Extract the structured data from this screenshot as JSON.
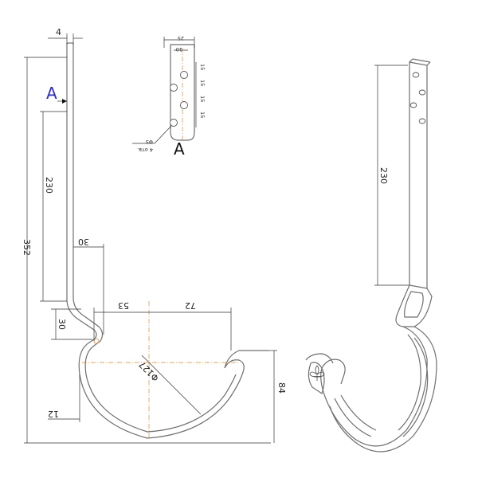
{
  "colors": {
    "section_label": "#2a2ad4",
    "detail_label": "#111111",
    "centerline": "#d08a3a",
    "outline": "#6f6f6f"
  },
  "section": {
    "label": "A",
    "detail_label": "A"
  },
  "dimensions": {
    "top_width": "4",
    "total_height": "352",
    "strap_length": "230",
    "offset": "30",
    "neck_height": "30",
    "left_radius": "53",
    "right_radius": "72",
    "diameter": "Φ127",
    "depth": "84",
    "lip": "12",
    "right_strap_length": "230"
  },
  "detail": {
    "width_outer": "25",
    "width_inner": "10",
    "spacing_1": "15",
    "spacing_2": "15",
    "spacing_3": "15",
    "spacing_4": "15",
    "hole_diameter": "Φ5",
    "hole_count": "4 отв."
  }
}
